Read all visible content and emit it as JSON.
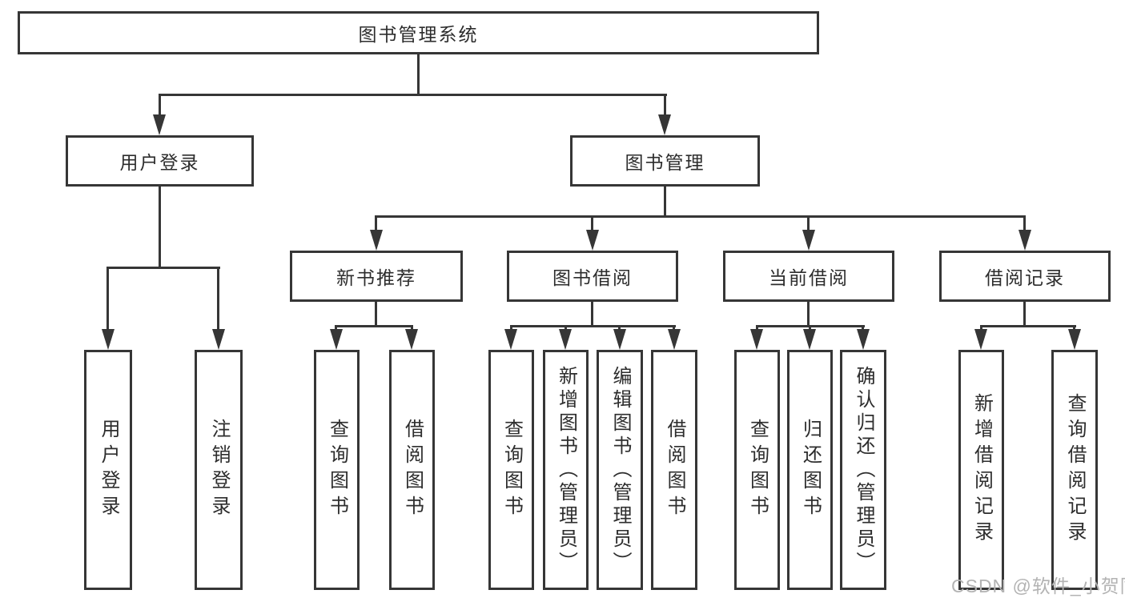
{
  "tree": {
    "root": {
      "label": "图书管理系统"
    },
    "children": [
      {
        "label": "用户登录",
        "children": [
          {
            "label": "用户登录"
          },
          {
            "label": "注销登录"
          }
        ]
      },
      {
        "label": "图书管理",
        "children": [
          {
            "label": "新书推荐",
            "children": [
              {
                "label": "查询图书"
              },
              {
                "label": "借阅图书"
              }
            ]
          },
          {
            "label": "图书借阅",
            "children": [
              {
                "label": "查询图书"
              },
              {
                "label": "新增图书（管理员）"
              },
              {
                "label": "编辑图书（管理员）"
              },
              {
                "label": "借阅图书"
              }
            ]
          },
          {
            "label": "当前借阅",
            "children": [
              {
                "label": "查询图书"
              },
              {
                "label": "归还图书"
              },
              {
                "label": "确认归还（管理员）"
              }
            ]
          },
          {
            "label": "借阅记录",
            "children": [
              {
                "label": "新增借阅记录"
              },
              {
                "label": "查询借阅记录"
              }
            ]
          }
        ]
      }
    ]
  },
  "watermark": {
    "text": "CSDN @软件_小贺同学"
  },
  "colors": {
    "line": "#363636",
    "text": "#2d2d2d",
    "watermark": "#b3b3b3",
    "background": "#ffffff"
  }
}
